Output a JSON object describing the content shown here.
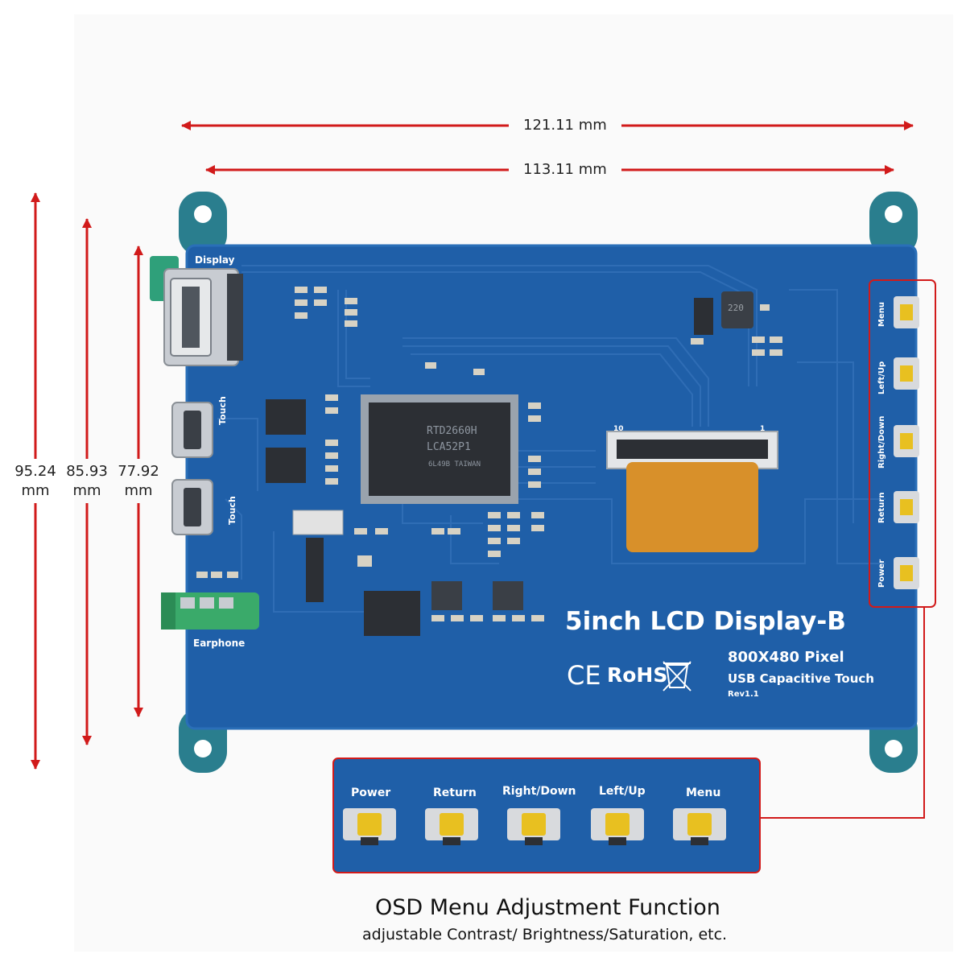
{
  "dimensions": {
    "width_outer": "121.11 mm",
    "width_inner": "113.11 mm",
    "height_outer_value": "95.24",
    "height_mid_value": "85.93",
    "height_inner_value": "77.92",
    "unit": "mm"
  },
  "board": {
    "label_display": "Display",
    "label_touch_1": "Touch",
    "label_touch_2": "Touch",
    "label_earphone": "Earphone",
    "chip_line1": "RTD2660H",
    "chip_line2": "LCA52P1",
    "chip_line3": "6L49B TAIWAN",
    "inductor_label": "220",
    "fpc_pin_left": "10",
    "fpc_pin_right": "1",
    "product_name": "5inch LCD Display-B",
    "resolution": "800X480 Pixel",
    "touch_type": "USB Capacitive Touch",
    "revision": "Rev1.1",
    "cert_ce": "CE",
    "cert_rohs": "RoHS",
    "side_buttons": [
      "Menu",
      "Left/Up",
      "Right/Down",
      "Return",
      "Power"
    ]
  },
  "osd_panel": {
    "buttons": [
      "Power",
      "Return",
      "Right/Down",
      "Left/Up",
      "Menu"
    ]
  },
  "caption": {
    "title": "OSD Menu Adjustment Function",
    "subtitle": "adjustable Contrast/ Brightness/Saturation, etc."
  },
  "colors": {
    "pcb": "#1f5fa8",
    "pcb_edge": "#2a6fb8",
    "mount_tab": "#2a7e8e",
    "trace": "#2f6db5",
    "arrow": "#d11a1a",
    "highlight_box": "#d11a1a",
    "fpc": "#d8902a",
    "button_cap": "#e8c020",
    "audio_jack": "#3aaa6a"
  }
}
